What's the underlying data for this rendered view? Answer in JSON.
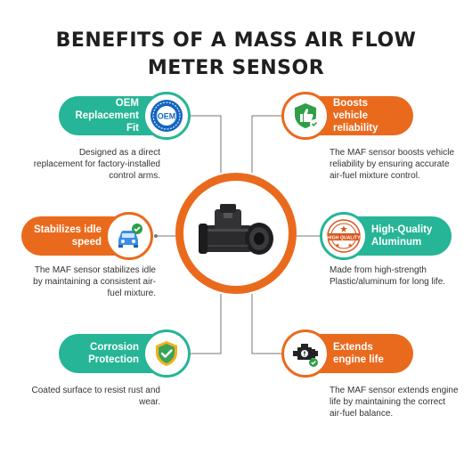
{
  "title": {
    "line1": "BENEFITS OF A MASS AIR FLOW",
    "line2": "METER SENSOR"
  },
  "benefits": [
    {
      "label": "OEM Replacement Fit",
      "description": "Designed as a direct replacement for factory-installed control arms.",
      "icon": "oem-seal-icon",
      "color": "#26b596"
    },
    {
      "label": "Boosts vehicle reliability",
      "description": "The MAF sensor boosts vehicle reliability by ensuring accurate air-fuel mixture control.",
      "icon": "thumbs-up-shield-icon",
      "color": "#ea6a1d"
    },
    {
      "label": "Stabilizes idle speed",
      "description": "The MAF sensor stabilizes idle by maintaining a consistent air-fuel mixture.",
      "icon": "car-check-icon",
      "color": "#ea6a1d"
    },
    {
      "label": "High-Quality Aluminum",
      "description": "Made from high-strength Plastic/aluminum for long life.",
      "icon": "high-quality-stamp-icon",
      "color": "#26b596",
      "stamp_text": "HIGH QUALITY"
    },
    {
      "label": "Corrosion Protection",
      "description": "Coated surface to resist rust and wear.",
      "icon": "shield-check-icon",
      "color": "#26b596"
    },
    {
      "label": "Extends engine life",
      "description": "The MAF sensor extends engine life by maintaining the correct air-fuel balance.",
      "icon": "engine-icon",
      "color": "#ea6a1d"
    }
  ],
  "oem_badge_text": "OEM",
  "center_image": "mass-air-flow-sensor"
}
